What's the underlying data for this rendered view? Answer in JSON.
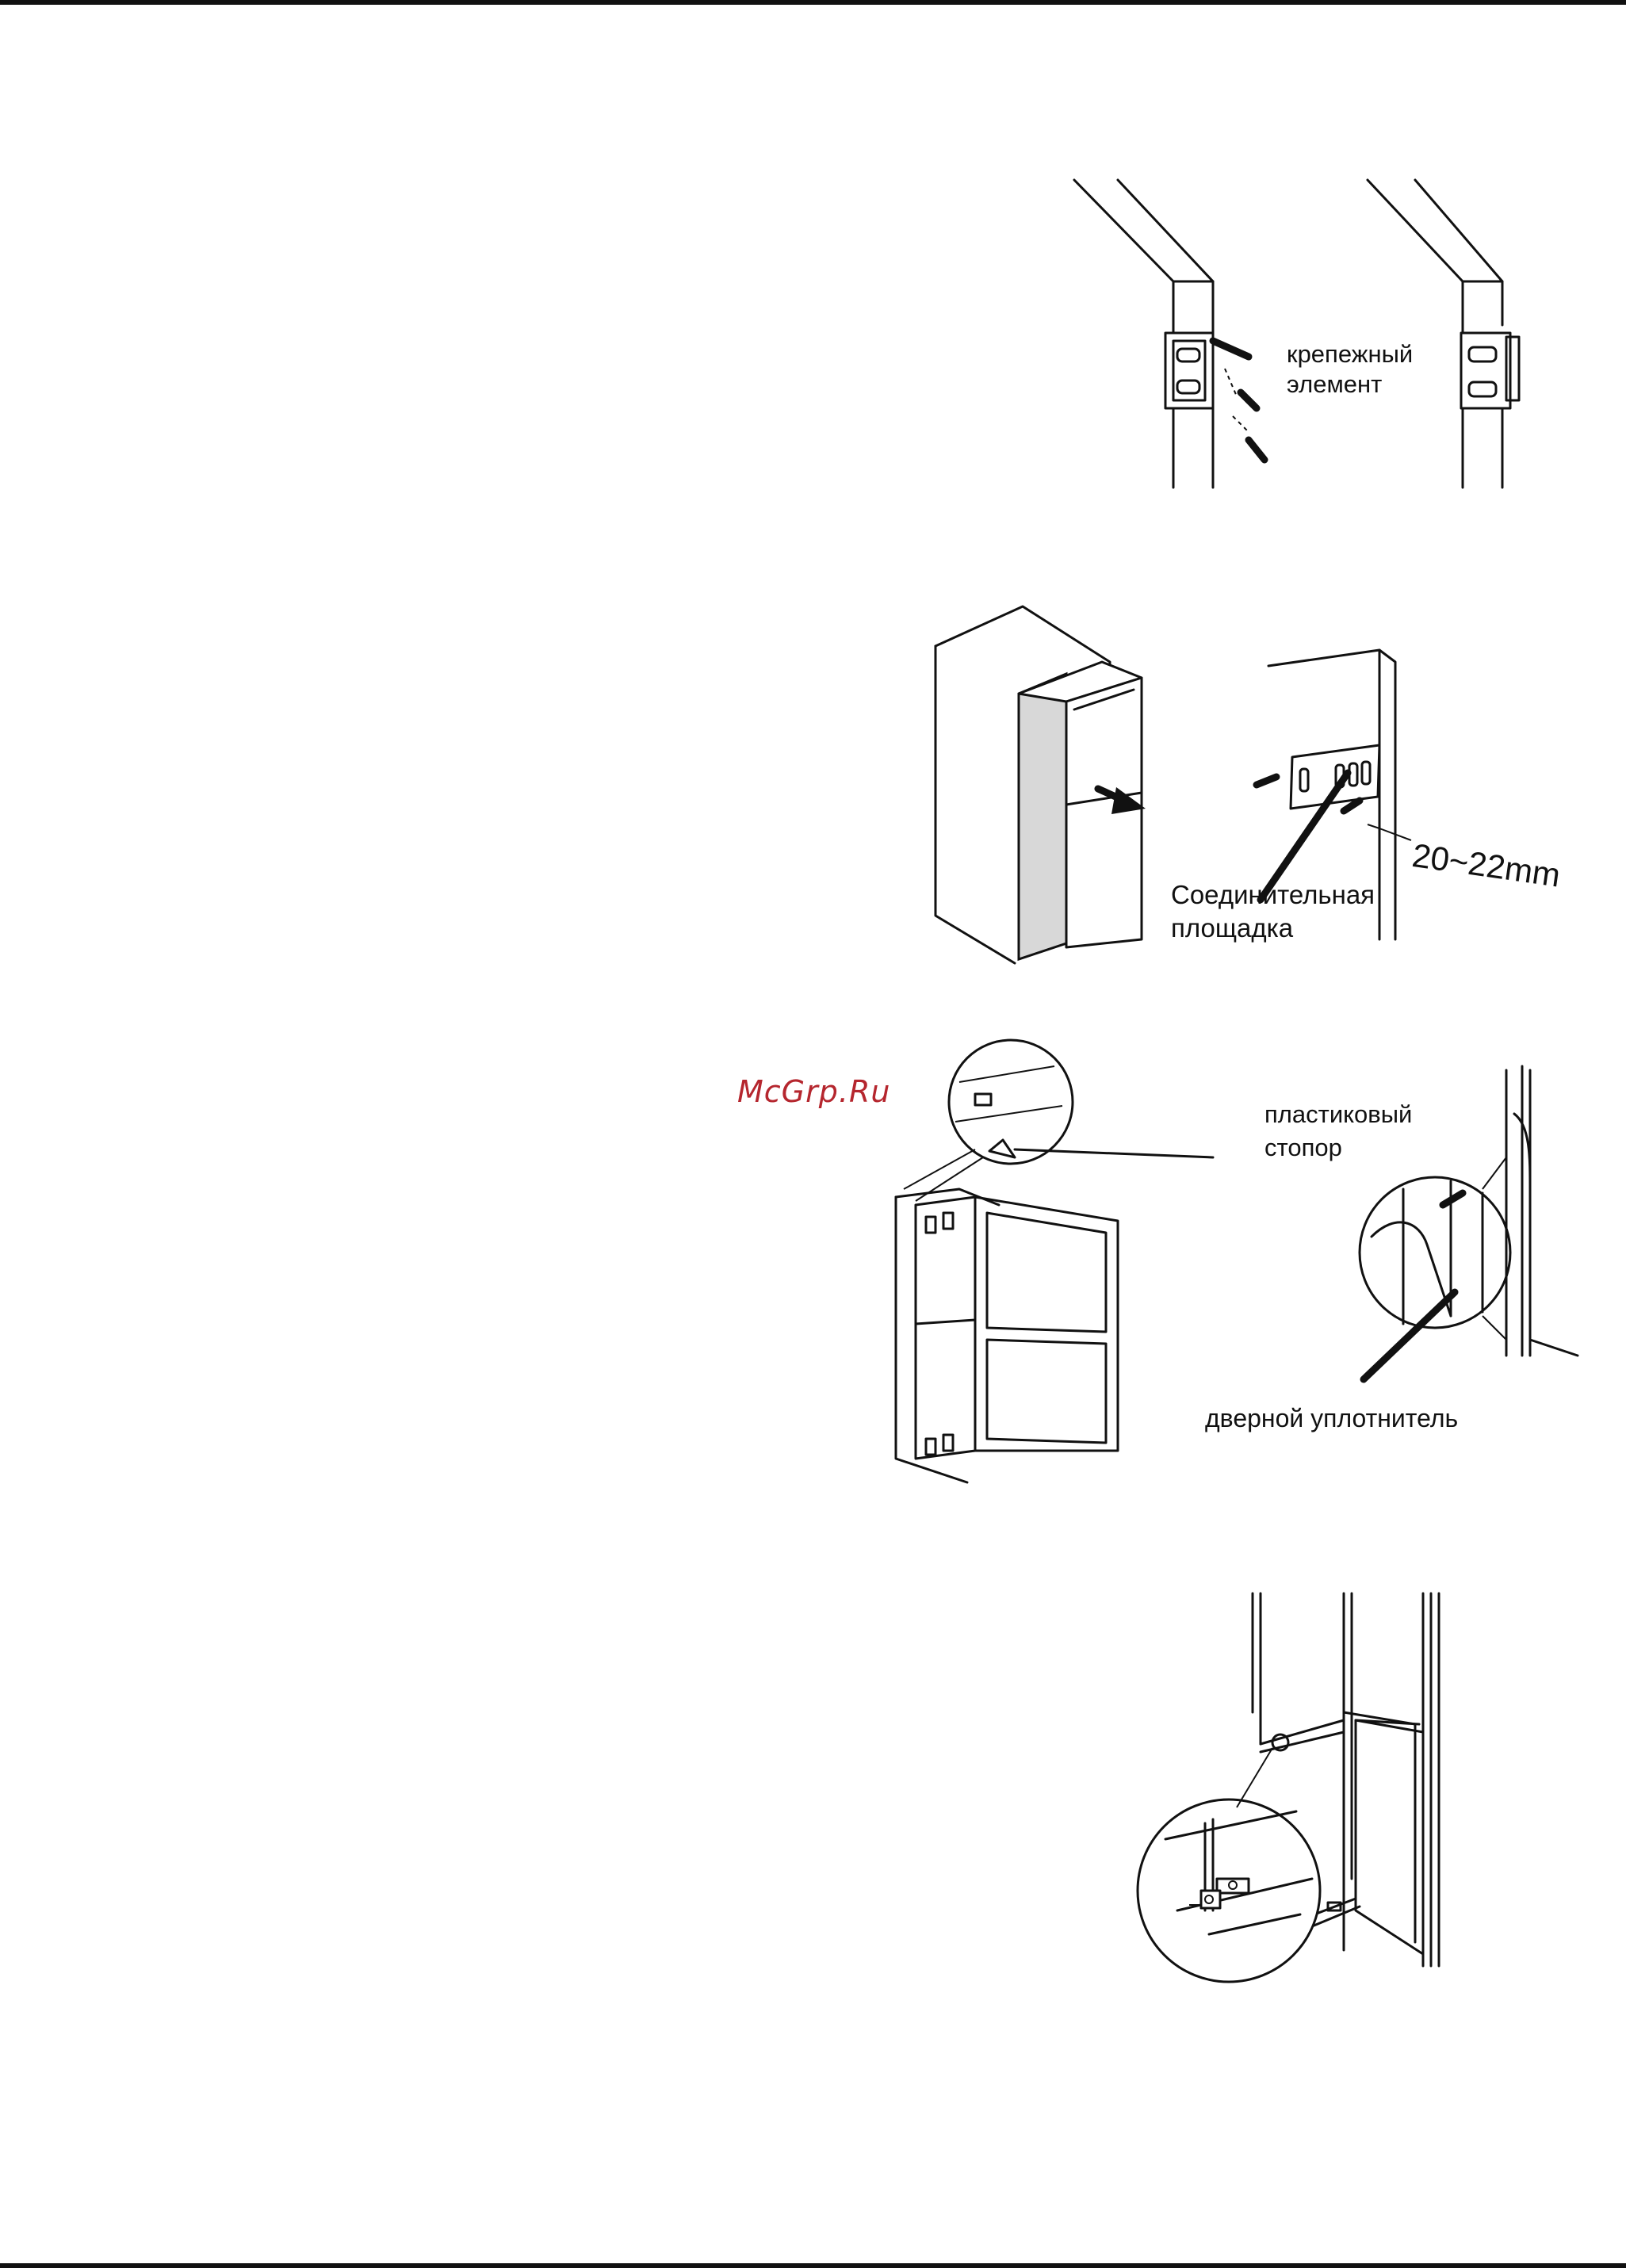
{
  "watermark": "McGrp.Ru",
  "figures": {
    "fig1": {
      "label_fastener": "крепежный\nэлемент"
    },
    "fig2": {
      "label_pad": "Соединительная\nплощадка",
      "dimension": "20~22mm"
    },
    "fig3": {
      "label_stopper": "пластиковый\nстопор",
      "label_seal": "дверной уплотнитель"
    },
    "fig4": {}
  },
  "colors": {
    "rule": "#111111",
    "watermark": "#b5262e"
  }
}
